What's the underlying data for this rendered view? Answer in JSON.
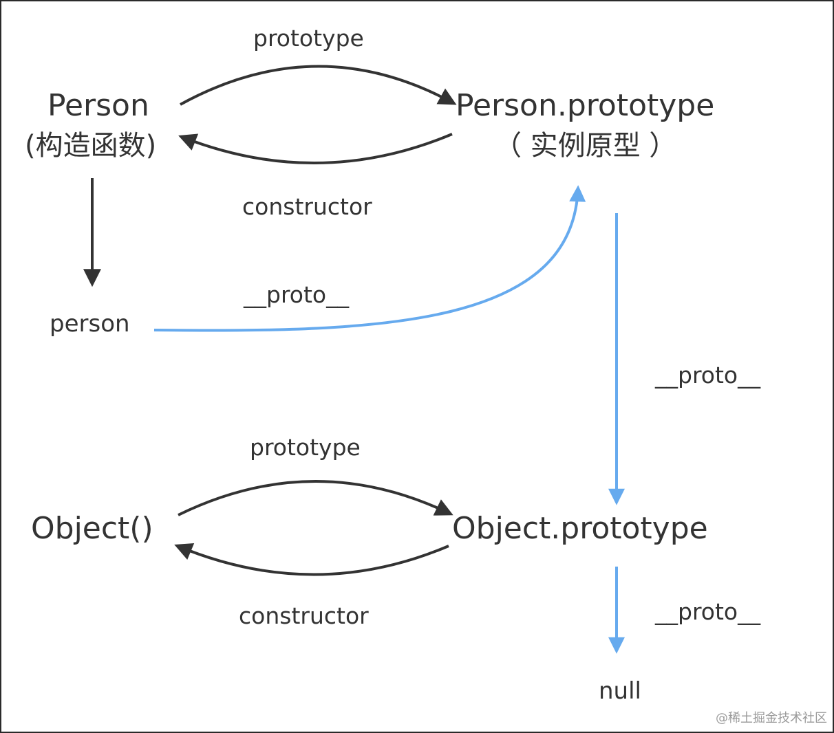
{
  "nodes": {
    "person_constructor": {
      "name": "Person",
      "subtitle": "(构造函数)"
    },
    "person_prototype": {
      "name": "Person.prototype",
      "subtitle": "（ 实例原型 ）"
    },
    "person_instance": {
      "name": "person"
    },
    "object_constructor": {
      "name": "Object()"
    },
    "object_prototype": {
      "name": "Object.prototype"
    },
    "null_node": {
      "name": "null"
    }
  },
  "edges": {
    "top_prototype": {
      "label": "prototype"
    },
    "top_constructor": {
      "label": "constructor"
    },
    "instance_proto": {
      "label": "__proto__"
    },
    "person_proto_to_object_proto": {
      "label": "__proto__"
    },
    "bottom_prototype": {
      "label": "prototype"
    },
    "bottom_constructor": {
      "label": "constructor"
    },
    "object_proto_to_null": {
      "label": "__proto__"
    }
  },
  "colors": {
    "dark_edge": "#333333",
    "proto_edge": "#66aaee",
    "text": "#333333"
  },
  "watermark": "@稀土掘金技术社区"
}
